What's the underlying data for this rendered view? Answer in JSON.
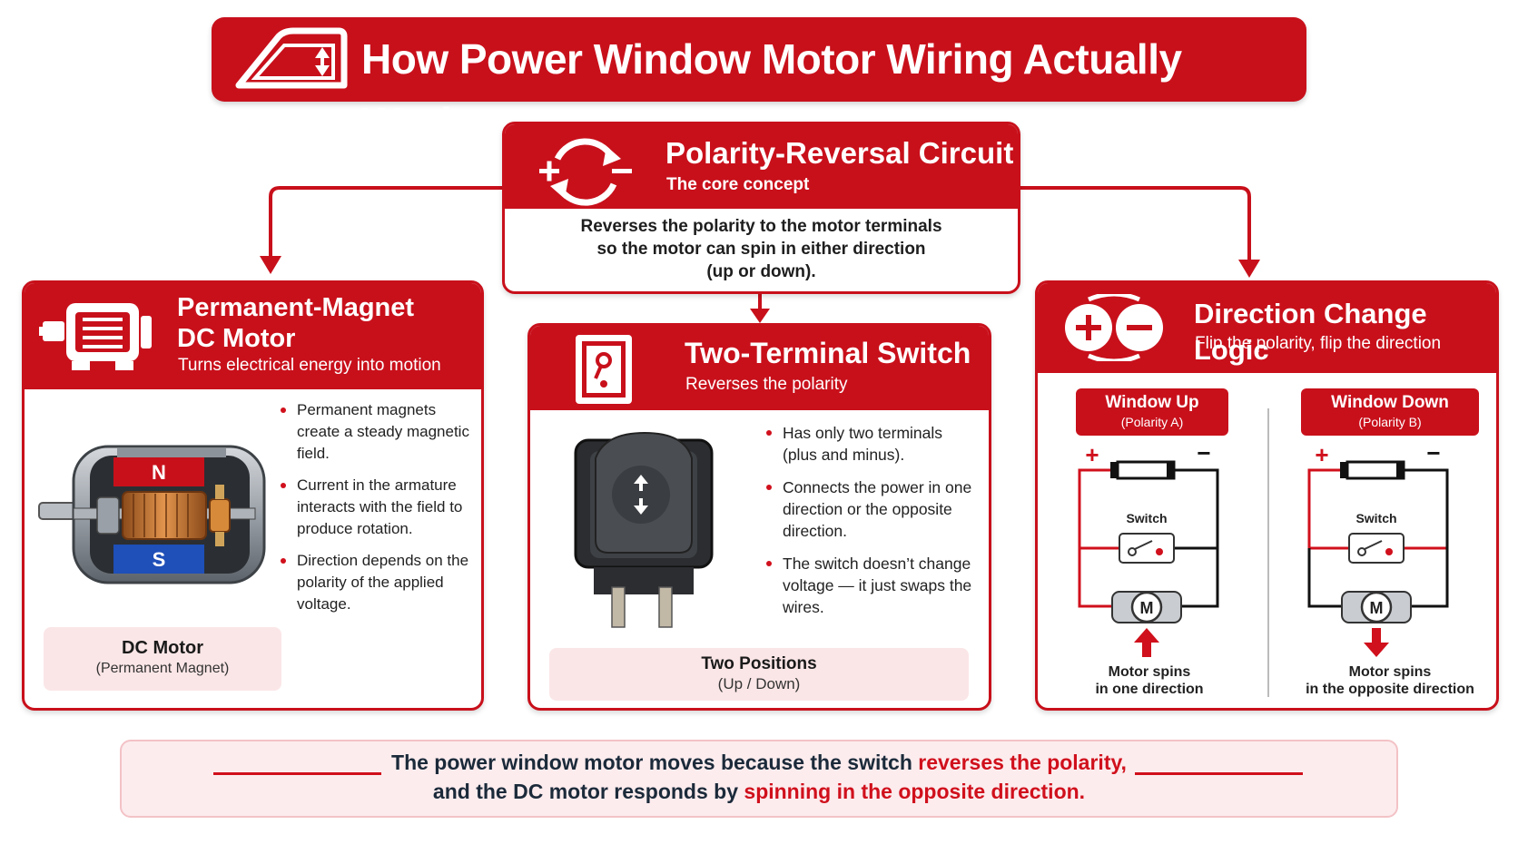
{
  "title": "How Power Window Motor Wiring Actually Works",
  "center": {
    "title": "Polarity-Reversal Circuit",
    "subtitle": "The core concept",
    "desc_line1": "Reverses the polarity to the motor terminals",
    "desc_line2": "so the motor can spin in either direction",
    "desc_line3": "(up or down)."
  },
  "motor": {
    "title_line1": "Permanent-Magnet",
    "title_line2": "DC Motor",
    "subtitle": "Turns electrical energy into motion",
    "magnet_n": "N",
    "magnet_s": "S",
    "bullets": [
      "Permanent magnets create a steady magnetic field.",
      "Current in the armature interacts with the field to produce rotation.",
      "Direction depends on the polarity of the applied voltage."
    ],
    "box_title": "DC Motor",
    "box_sub": "(Permanent Magnet)"
  },
  "switch": {
    "title": "Two-Terminal Switch",
    "subtitle": "Reverses the polarity",
    "bullets": [
      "Has only two terminals (plus and minus).",
      "Connects the power in one direction or the opposite direction.",
      "The switch doesn’t change voltage — it just swaps the wires."
    ],
    "box_title": "Two Positions",
    "box_sub": "(Up / Down)"
  },
  "logic": {
    "title": "Direction Change Logic",
    "subtitle": "Flip the polarity, flip the direction",
    "up": {
      "label": "Window Up",
      "polarity": "(Polarity A)",
      "plus": "+",
      "minus": "−",
      "switch_label": "Switch",
      "motor": "M",
      "caption_line1": "Motor spins",
      "caption_line2": "in one direction"
    },
    "down": {
      "label": "Window Down",
      "polarity": "(Polarity B)",
      "plus": "+",
      "minus": "−",
      "switch_label": "Switch",
      "motor": "M",
      "caption_line1": "Motor spins",
      "caption_line2": "in the opposite direction"
    }
  },
  "footer": {
    "line1_a": "The power window motor moves because the switch ",
    "line1_b": "reverses the polarity,",
    "line2_a": "and the DC motor responds by ",
    "line2_b": "spinning in the opposite direction."
  },
  "colors": {
    "accent": "#c8101b",
    "pink": "#fbe6e7",
    "navy": "#1b2a3a"
  }
}
